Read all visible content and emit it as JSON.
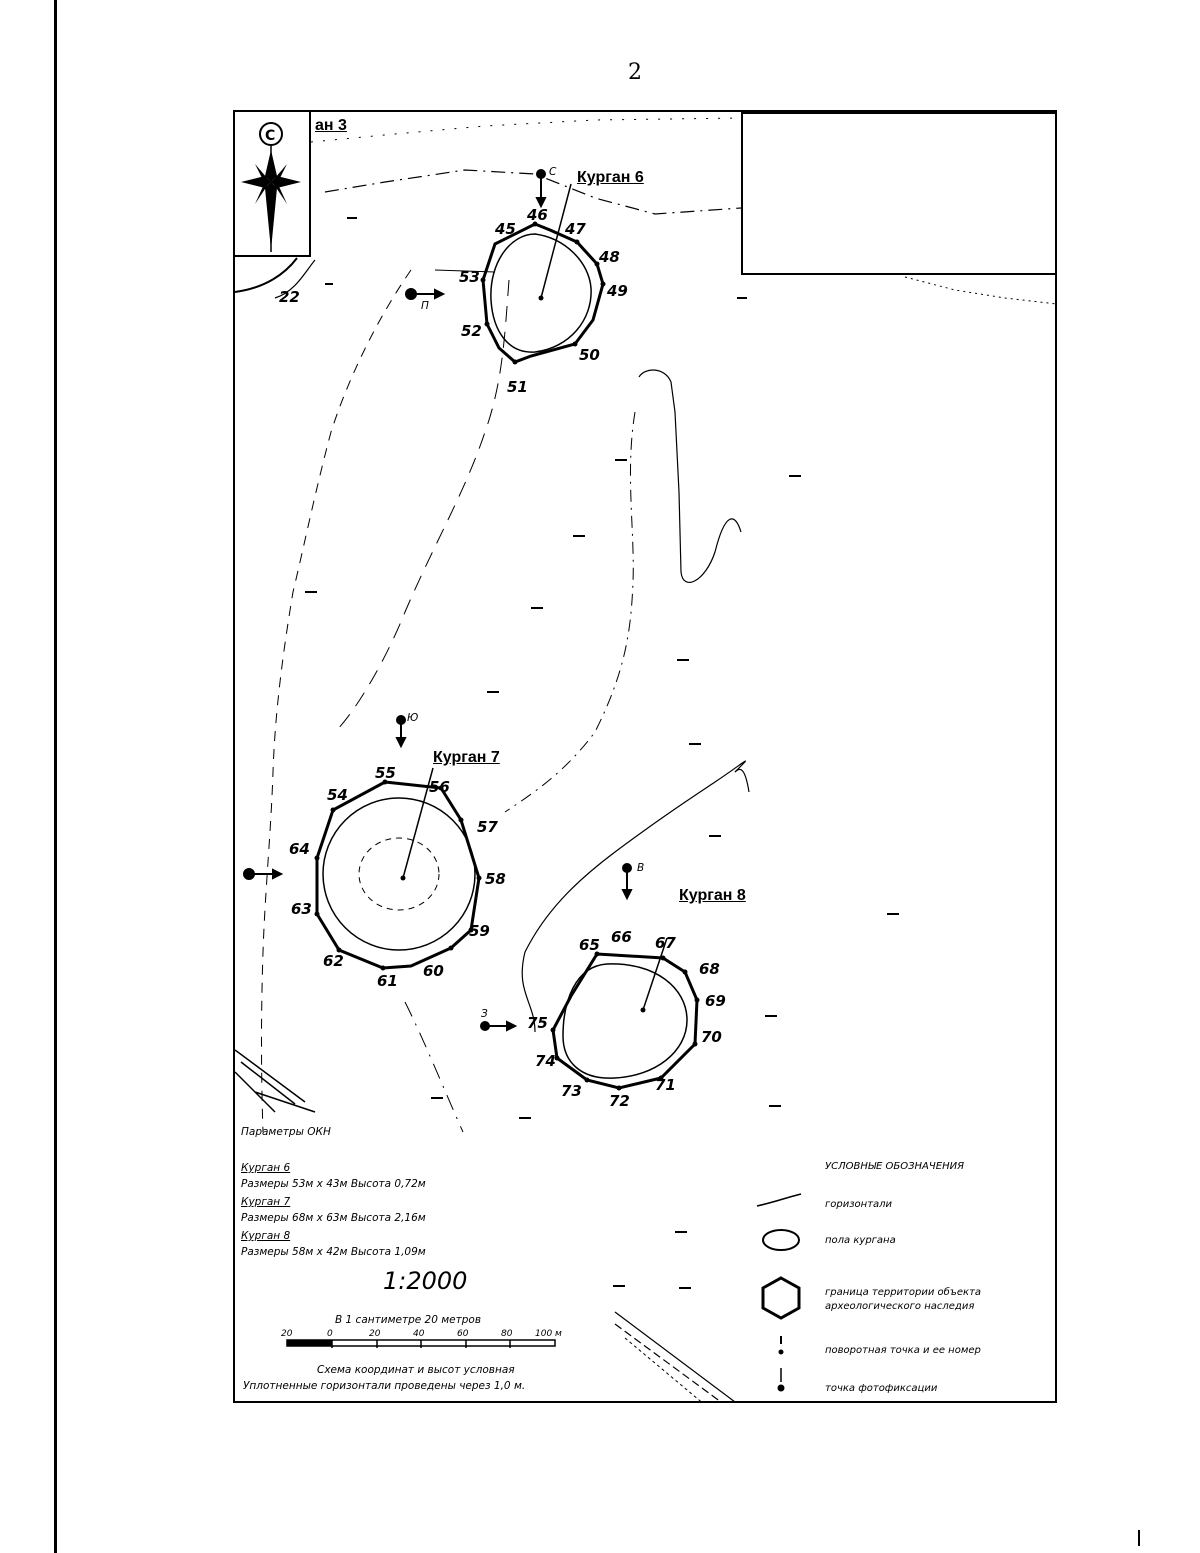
{
  "page": {
    "number": "2"
  },
  "compass": {
    "north_letter": "С"
  },
  "labels": {
    "kurgan3_partial": "ан 3",
    "kurgan6": "Курган 6",
    "kurgan7": "Курган 7",
    "kurgan8": "Курган 8",
    "point22": "22",
    "params_title": "Параметры ОКН"
  },
  "vertices_k6": [
    "45",
    "46",
    "47",
    "48",
    "49",
    "50",
    "51",
    "52",
    "53"
  ],
  "vertices_k7": [
    "54",
    "55",
    "56",
    "57",
    "58",
    "59",
    "60",
    "61",
    "62",
    "63",
    "64"
  ],
  "vertices_k8": [
    "65",
    "66",
    "67",
    "68",
    "69",
    "70",
    "71",
    "72",
    "73",
    "74",
    "75"
  ],
  "photo_points": [
    "С",
    "П",
    "Ю",
    "В",
    "З"
  ],
  "params": [
    {
      "name": "Курган 6",
      "dims": "Размеры 53м х 43м  Высота  0,72м"
    },
    {
      "name": "Курган 7",
      "dims": "Размеры 68м х 63м  Высота  2,16м"
    },
    {
      "name": "Курган 8",
      "dims": "Размеры 58м х 42м  Высота  1,09м"
    }
  ],
  "scale": {
    "ratio": "1:2000",
    "per_cm": "В 1 сантиметре 20 метров",
    "ticks": [
      "20",
      "0",
      "20",
      "40",
      "60",
      "80",
      "100 м"
    ],
    "note1": "Схема координат и высот условная",
    "note2": "Уплотненные горизонтали проведены через 1,0 м."
  },
  "legend": {
    "title": "УСЛОВНЫЕ ОБОЗНАЧЕНИЯ",
    "items": [
      {
        "icon": "contour-line",
        "text": "горизонтали"
      },
      {
        "icon": "ellipse",
        "text": "пола кургана"
      },
      {
        "icon": "hexagon",
        "text": "граница территории объекта",
        "text2": "археологического наследия"
      },
      {
        "icon": "vertex-point",
        "text": "поворотная точка и ее номер"
      },
      {
        "icon": "photo-point",
        "text": "точка фотофиксации"
      }
    ]
  },
  "colors": {
    "ink": "#000000",
    "paper": "#ffffff"
  }
}
